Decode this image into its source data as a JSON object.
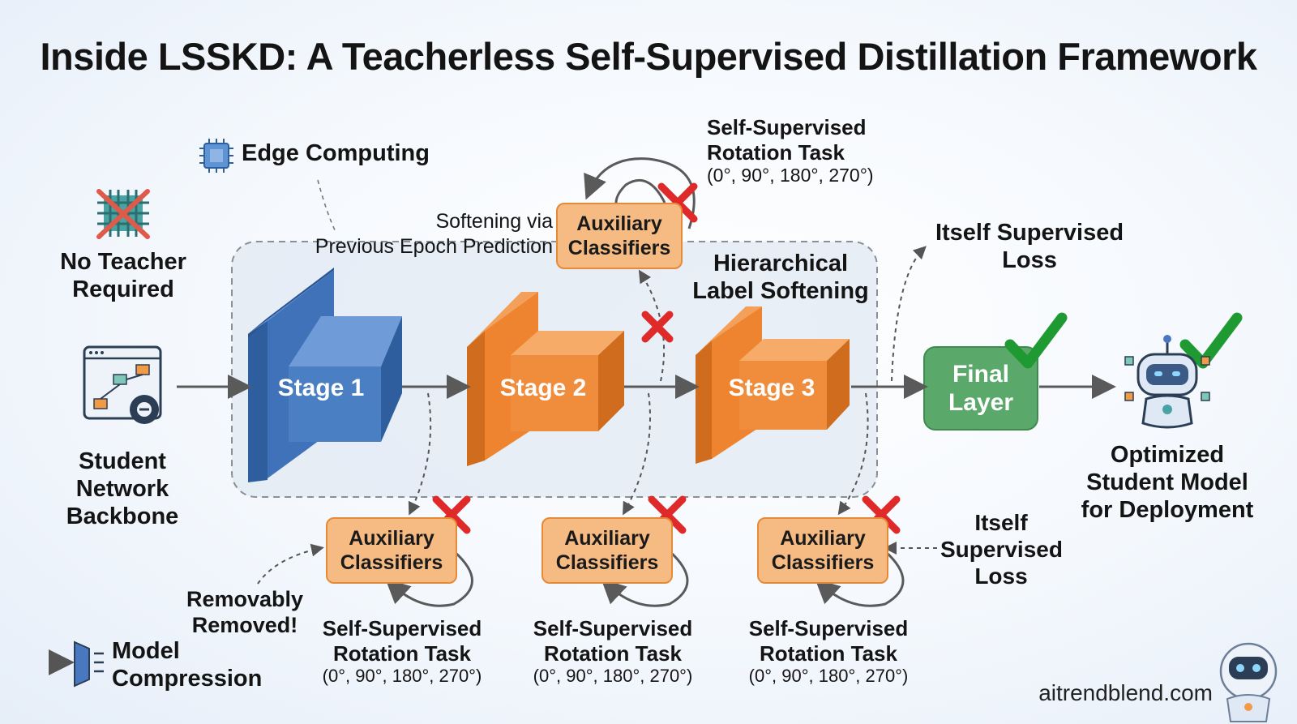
{
  "title": "Inside LSSKD: A Teacherless Self-Supervised Distillation Framework",
  "edge_computing": "Edge Computing",
  "no_teacher": [
    "No Teacher",
    "Required"
  ],
  "student_backbone": [
    "Student",
    "Network",
    "Backbone"
  ],
  "softening_note": [
    "Softening via",
    "Previous Epoch Prediction"
  ],
  "top_rotation": [
    "Self-Supervised",
    "Rotation Task",
    "(0°, 90°, 180°, 270°)"
  ],
  "hier_softening": [
    "Hierarchical",
    "Label Softening"
  ],
  "itself_loss_top": [
    "Itself Supervised",
    "Loss"
  ],
  "itself_loss_right": [
    "Itself",
    "Supervised",
    "Loss"
  ],
  "stages": [
    "Stage 1",
    "Stage 2",
    "Stage 3"
  ],
  "final_layer": [
    "Final",
    "Layer"
  ],
  "optimized_model": [
    "Optimized",
    "Student Model",
    "for Deployment"
  ],
  "aux_label": [
    "Auxiliary",
    "Classifiers"
  ],
  "bottom_rotation": [
    [
      "Self-Supervised",
      "Rotation Task",
      "(0°, 90°, 180°, 270°)"
    ],
    [
      "Self-Supervised",
      "Rotation Task",
      "(0°, 90°, 180°, 270°)"
    ],
    [
      "Self-Supervised",
      "Rotation Task",
      "(0°, 90°, 180°, 270°)"
    ]
  ],
  "removably_removed": [
    "Removably",
    "Removed!"
  ],
  "model_compression": [
    "Model",
    "Compression"
  ],
  "website": "aitrendblend.com",
  "colors": {
    "stage1": "#3f72b8",
    "stage_orange": "#ee8430",
    "final_layer": "#5aa86a",
    "aux_fill": "#f6bb82",
    "cross": "#e02a2a",
    "check": "#1f9a32"
  }
}
